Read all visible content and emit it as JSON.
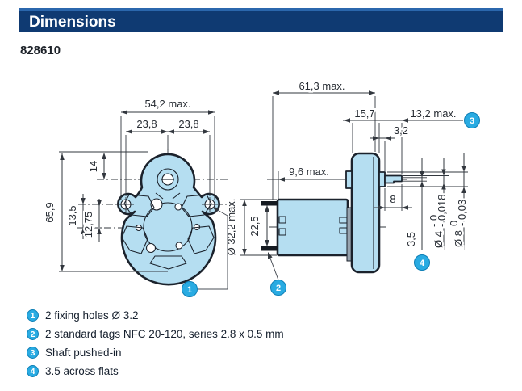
{
  "header": {
    "title": "Dimensions"
  },
  "part_number": "828610",
  "front_view": {
    "dim_width": "54,2 max.",
    "dim_hole_left": "23,8",
    "dim_hole_right": "23,8",
    "dim_top": "14",
    "dim_height": "65,9",
    "dim_mid": "13,5",
    "dim_low": "12,75"
  },
  "side_view": {
    "dim_length": "61,3 max.",
    "dim_gearbox_w": "15,7",
    "dim_shaft_out": "13,2 max.",
    "dim_boss": "3,2",
    "dim_rear": "9,6 max.",
    "dim_motor_dia": "Ø 32,2 max.",
    "dim_tag_span": "22,5",
    "dim_shaft_len": "8",
    "dim_flats": "3,5",
    "dia4": {
      "base": "Ø 4",
      "upper": "- 0",
      "lower": "- 0,018"
    },
    "dia8": {
      "base": "Ø 8",
      "upper": "0",
      "lower": "- 0,03"
    }
  },
  "callouts": {
    "c1": "1",
    "c2": "2",
    "c3": "3",
    "c4": "4"
  },
  "legend": {
    "items": [
      {
        "num": "1",
        "text": "2 fixing holes Ø 3.2"
      },
      {
        "num": "2",
        "text": "2 standard tags NFC 20-120, series 2.8 x 0.5 mm"
      },
      {
        "num": "3",
        "text": "Shaft pushed-in"
      },
      {
        "num": "4",
        "text": "3.5 across flats"
      }
    ]
  },
  "colors": {
    "accent_bar": "#0f3a72",
    "accent_bar_top": "#2b67ad",
    "callout": "#29abe2",
    "part_fill": "#b5def1",
    "outline": "#1b222c"
  }
}
